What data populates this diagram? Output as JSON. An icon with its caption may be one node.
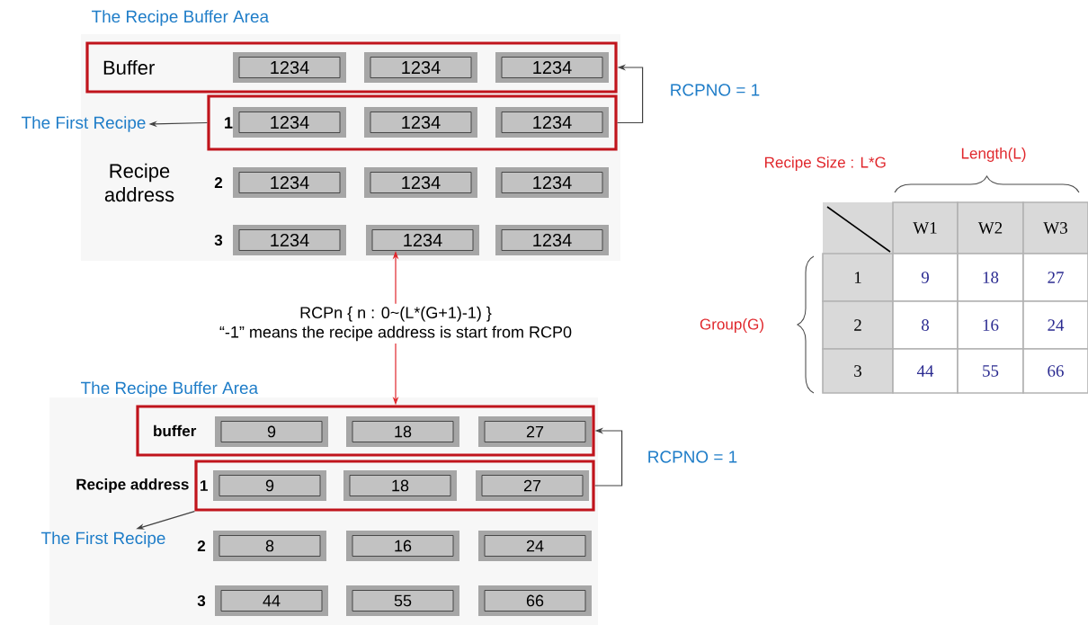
{
  "diagram": {
    "nodes": [
      {
        "text": [
          "Buffer"
        ]
      },
      {
        "text": [
          "1234"
        ],
        "in": 0
      },
      {
        "text": [
          "1234"
        ],
        "in": 0
      },
      {
        "text": [
          "1234"
        ],
        "in": 0
      },
      {
        "text": [
          "1"
        ]
      },
      {
        "text": [
          "1234"
        ],
        "in": 4
      },
      {
        "text": [
          "1234"
        ],
        "in": 4
      },
      {
        "text": [
          "1234"
        ],
        "in": 4
      },
      {
        "text": [
          "1234"
        ]
      },
      {
        "text": [
          "1234"
        ]
      },
      {
        "text": [
          "1234"
        ]
      },
      {
        "text": [
          "1234"
        ]
      },
      {
        "text": [
          "1234"
        ]
      },
      {
        "text": [
          "1234"
        ]
      },
      {
        "text": [
          "The First Recipe"
        ]
      },
      {
        "text": [
          "RCPn { n : 0~(L*(G+1)-1) }",
          "“-1” means the recipe address is start from RCP0"
        ]
      },
      {
        "text": [
          "buffer"
        ]
      },
      {
        "text": [
          "9"
        ],
        "in": 16
      },
      {
        "text": [
          "18"
        ],
        "in": 16
      },
      {
        "text": [
          "27"
        ],
        "in": 16
      },
      {
        "text": [
          "1"
        ]
      },
      {
        "text": [
          "9"
        ],
        "in": 20
      },
      {
        "text": [
          "18"
        ],
        "in": 20
      },
      {
        "text": [
          "27"
        ],
        "in": 20
      },
      {
        "text": [
          "8"
        ]
      },
      {
        "text": [
          "16"
        ]
      },
      {
        "text": [
          "24"
        ]
      },
      {
        "text": [
          "44"
        ]
      },
      {
        "text": [
          "55"
        ]
      },
      {
        "text": [
          "66"
        ]
      },
      {
        "text": [
          "The First Recipe"
        ]
      }
    ],
    "edges": [
      {
        "from": 4,
        "to": 14,
        "arrow": "to"
      },
      {
        "from": 4,
        "to": 0,
        "arrow": "to",
        "label": "RCPNO = 1"
      },
      {
        "from": 15,
        "to": 12,
        "arrow": "to",
        "color": "#e0262b"
      },
      {
        "from": 15,
        "to": 16,
        "arrow": "to",
        "color": "#e0262b"
      },
      {
        "from": 20,
        "to": 16,
        "arrow": "to",
        "label": "RCPNO = 1"
      },
      {
        "from": 20,
        "to": 30,
        "arrow": "to"
      }
    ],
    "labels": [
      "The Recipe Buffer Area",
      "Recipe address",
      "2",
      "3",
      "Recipe Size : L*G",
      "Length(L)",
      "W1",
      "W2",
      "W3",
      "1",
      "9",
      "18",
      "27",
      "2",
      "8",
      "16",
      "24",
      "3",
      "44",
      "55",
      "66",
      "Group(G)",
      "The Recipe Buffer Area",
      "Recipe address",
      "2",
      "3"
    ]
  }
}
